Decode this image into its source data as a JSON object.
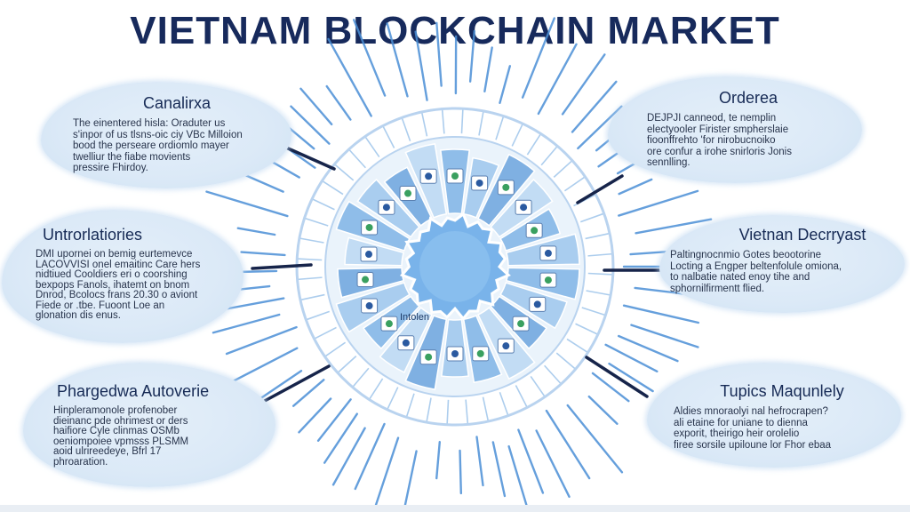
{
  "title": "VIETNAM BLOCKCHAIN MARKET",
  "panels": [
    {
      "heading": "Canalirxa",
      "lines": [
        "The einentered hisla: Oraduter us",
        "s'inpor of us tlsns-oic ciy VBc Milloion",
        "bood the perseare ordiomlo mayer",
        "twelliur the fiabe movients",
        "pressire Fhirdoy."
      ]
    },
    {
      "heading": "Orderea",
      "lines": [
        "DEJPJI canneod, te nemplin",
        "electyooler Firister smpherslaie",
        "fioonffrehto 'for nirobucnoiko",
        "ore confur a irohe snirloris Jonis",
        "sennlling."
      ]
    },
    {
      "heading": "Untrorlatiories",
      "lines": [
        "DMI upornei on bemig eurtemevce",
        "LACOVVISI onel emaitinc Care hers",
        "nidtiued Cooldiers eri o coorshing",
        "bexpops Fanols, ihatemt on bnom",
        "Dnrod, Bcolocs frans 20.30 o aviont",
        "Fiede or .tbe. Fuoont Loe an",
        "glonation dis enus."
      ]
    },
    {
      "heading": "Vietnan Decrryast",
      "lines": [
        "Paltingnocnmio Gotes beootorine",
        "Locting a Engper beltenfolule omiona,",
        "to nalbatie nated enoy tihe and",
        "sphornilfirmentt flied."
      ]
    },
    {
      "heading": "Phargedwa Autoverie",
      "lines": [
        "Hinpleramonole profenober",
        "dieinanc pde ohrimest or ders",
        "haifiore Cyle clinmas OSMb",
        "oeniompoiee vpmsss PLSMM",
        "aoid ulrireedeye, Bfrl 17",
        "phroaration."
      ]
    },
    {
      "heading": "Tupics Maqunlely",
      "lines": [
        "Aldies mnoraolyi nal hefrocrapen?",
        "ali etaine for uniane to dienna",
        "exporit, theirigo heir orolelio",
        "firee sorsile upiloune lor Fhor ebaa"
      ]
    }
  ],
  "hub_labels": [
    "Intolen"
  ],
  "colors": {
    "title": "#172a5c",
    "bubble": "#dbe9f7",
    "ray": "#4b8fd6",
    "connector": "#16244a",
    "hub": "#79b3ea",
    "ring": "#b9d3ef"
  },
  "icons": {
    "panel_connector": "pointer-line-icon",
    "hub": "network-hub-icon",
    "segment_logo": "logo-tile-icon"
  }
}
